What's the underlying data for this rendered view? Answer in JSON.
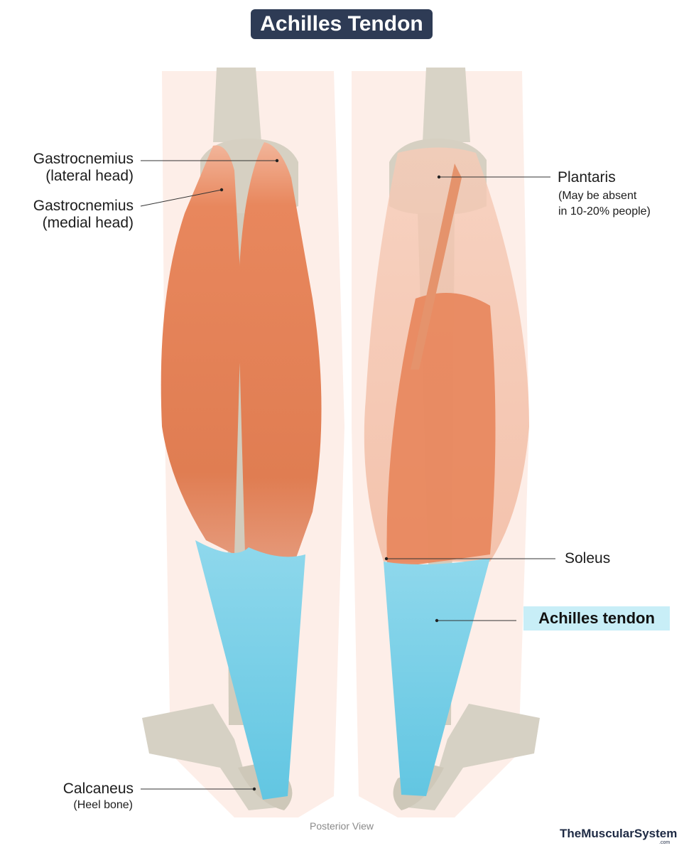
{
  "title": "Achilles Tendon",
  "labels": {
    "gastro_lateral": {
      "name": "Gastrocnemius",
      "sub": "(lateral head)"
    },
    "gastro_medial": {
      "name": "Gastrocnemius",
      "sub": "(medial head)"
    },
    "plantaris": {
      "name": "Plantaris",
      "note1": "(May be absent",
      "note2": "in 10-20% people)"
    },
    "soleus": {
      "name": "Soleus"
    },
    "achilles": {
      "name": "Achilles tendon"
    },
    "calcaneus": {
      "name": "Calcaneus",
      "sub": "(Heel bone)"
    }
  },
  "view_label": "Posterior View",
  "brand": {
    "name": "TheMuscularSystem",
    "suffix": ".com"
  },
  "colors": {
    "title_bg": "#2e3b55",
    "muscle": "#e4825a",
    "tendon": "#6fcde6",
    "bone": "#d9d4c7",
    "skin": "#fbe7df",
    "highlight": "#c8eef7"
  }
}
